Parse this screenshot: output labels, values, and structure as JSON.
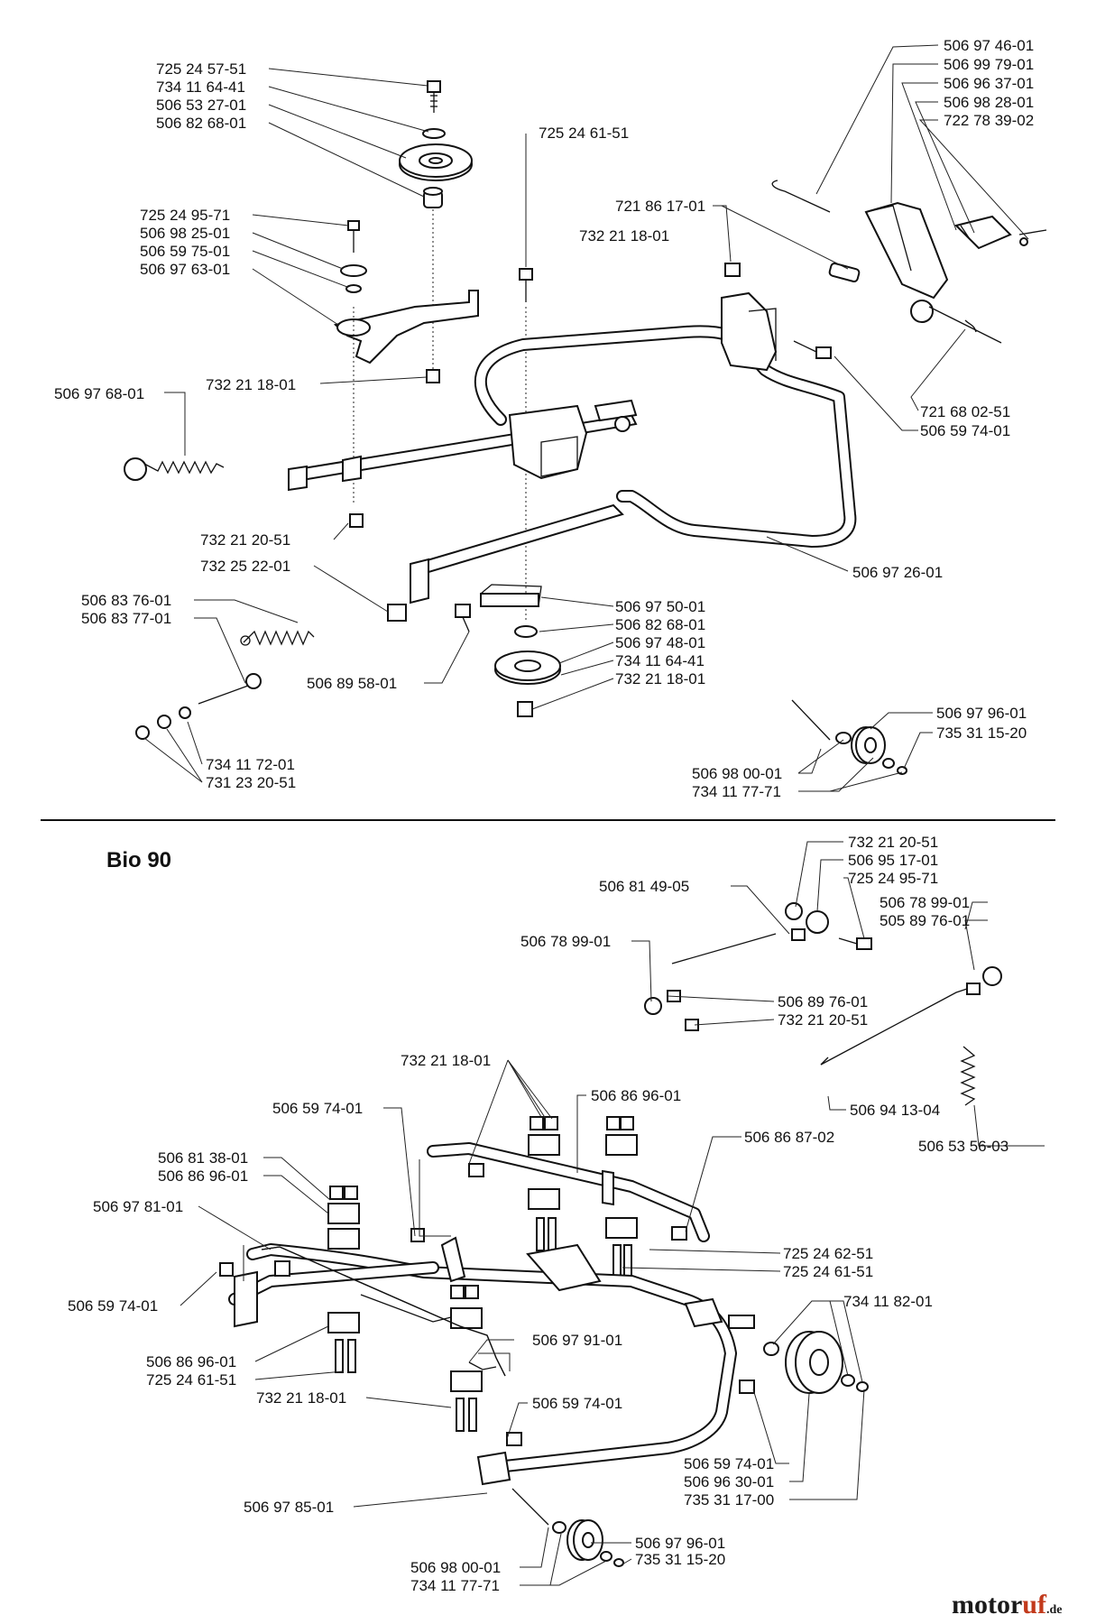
{
  "section_title": "Bio 90",
  "logo": {
    "main": "motor",
    "accent": "uf",
    "suffix": ".de"
  },
  "upper": {
    "labels": {
      "l_725245751": "725 24 57-51",
      "l_734116441_a": "734 11 64-41",
      "l_506532701": "506 53 27-01",
      "l_506826801_a": "506 82 68-01",
      "l_725249571_a": "725 24 95-71",
      "l_506982501": "506 98 25-01",
      "l_506597501": "506 59 75-01",
      "l_506976301": "506 97 63-01",
      "l_725246151_a": "725 24 61-51",
      "l_732211801_a": "732 21 18-01",
      "l_506976801": "506 97 68-01",
      "l_732211801_b": "732 21 18-01",
      "l_721861701": "721 86 17-01",
      "l_506974601": "506 97 46-01",
      "l_506997901": "506 99 79-01",
      "l_506963701": "506 96 37-01",
      "l_506982801": "506 98 28-01",
      "l_722783902": "722 78 39-02",
      "l_721680251": "721 68 02-51",
      "l_506597401_a": "506 59 74-01",
      "l_732212051_a": "732 21 20-51",
      "l_732252201": "732 25 22-01",
      "l_506972601": "506 97 26-01",
      "l_506837601": "506 83 76-01",
      "l_506837701": "506 83 77-01",
      "l_506975001": "506 97 50-01",
      "l_506826801_b": "506 82 68-01",
      "l_506974801": "506 97 48-01",
      "l_734116441_b": "734 11 64-41",
      "l_732211801_c": "732 21 18-01",
      "l_506895801": "506 89 58-01",
      "l_734117201": "734 11 72-01",
      "l_731232051": "731 23 20-51",
      "l_506979601_a": "506 97 96-01",
      "l_735311520_a": "735 31 15-20",
      "l_506980001_a": "506 98 00-01",
      "l_734117771_a": "734 11 77-71"
    }
  },
  "lower": {
    "labels": {
      "m_732212051_a": "732 21 20-51",
      "m_506951701": "506 95 17-01",
      "m_725249571": "725 24 95-71",
      "m_506814905": "506 81 49-05",
      "m_506789901_a": "506 78 99-01",
      "m_505897601": "505 89 76-01",
      "m_506789901_b": "506 78 99-01",
      "m_506897601": "506 89 76-01",
      "m_732212051_b": "732 21 20-51",
      "m_732211801_a": "732 21 18-01",
      "m_506941304": "506 94 13-04",
      "m_506597401_a": "506 59 74-01",
      "m_506869601_a": "506 86 96-01",
      "m_506868702": "506 86 87-02",
      "m_506535603": "506 53 56-03",
      "m_506813801": "506 81 38-01",
      "m_506869601_b": "506 86 96-01",
      "m_506978101": "506 97 81-01",
      "m_725246251": "725 24 62-51",
      "m_725246151_a": "725 24 61-51",
      "m_506597401_b": "506 59 74-01",
      "m_734118201": "734 11 82-01",
      "m_506979101": "506 97 91-01",
      "m_506869601_c": "506 86 96-01",
      "m_725246151_b": "725 24 61-51",
      "m_732211801_b": "732 21 18-01",
      "m_506597401_c": "506 59 74-01",
      "m_506597401_d": "506 59 74-01",
      "m_506963001": "506 96 30-01",
      "m_735311700": "735 31 17-00",
      "m_506978501": "506 97 85-01",
      "m_506979601": "506 97 96-01",
      "m_506980001": "506 98 00-01",
      "m_735311520": "735 31 15-20",
      "m_734117771": "734 11 77-71"
    }
  }
}
